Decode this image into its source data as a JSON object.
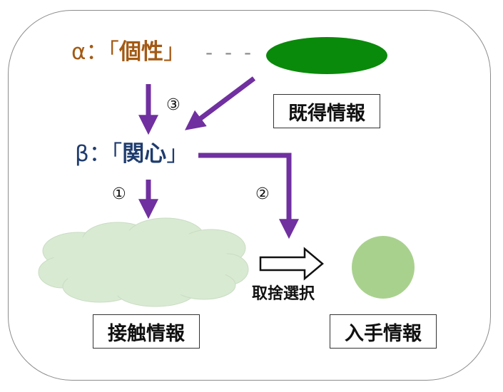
{
  "alpha": {
    "prefix": "α：「",
    "term": "個性",
    "suffix": "」"
  },
  "alpha_link": "- - -",
  "beta": {
    "prefix": "β：「",
    "term": "関心",
    "suffix": "」"
  },
  "steps": {
    "one": "①",
    "two": "②",
    "three": "③"
  },
  "boxes": {
    "existing_info": "既得情報",
    "contact_info": "接触情報",
    "acquired_info": "入手情報"
  },
  "selection_label": "取捨選択",
  "colors": {
    "arrow": "#7030a0",
    "existing_ellipse": "#0a8a0a",
    "cloud": "#d9ead3",
    "acquired_circle": "#a9d18e",
    "alpha_text": "#a35a14",
    "beta_text": "#1f3c6e"
  }
}
